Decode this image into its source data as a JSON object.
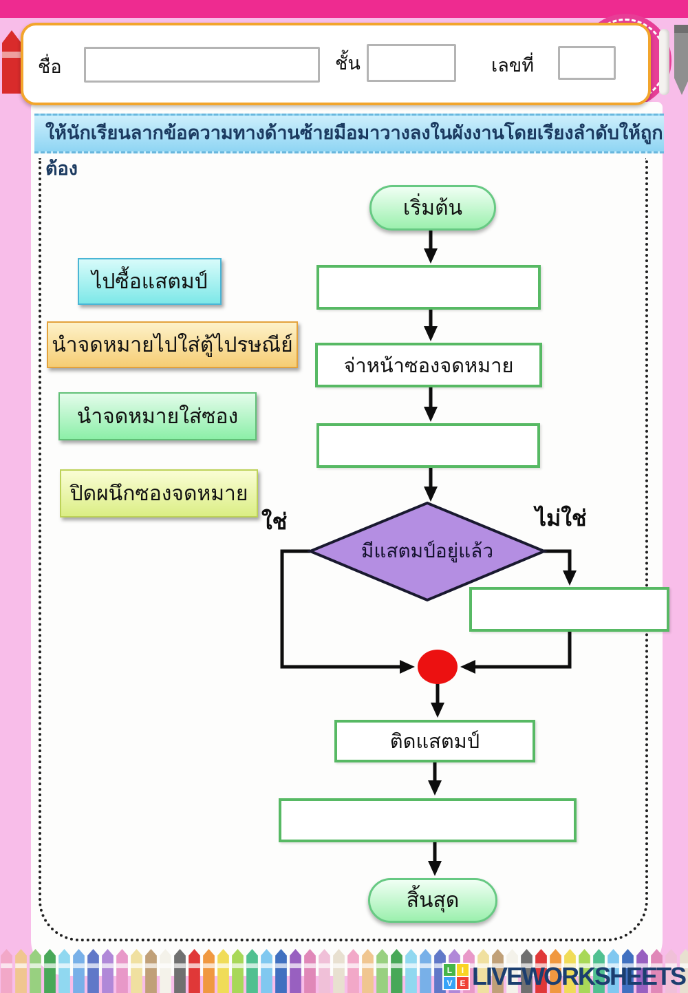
{
  "page": {
    "background": "#f8bde9",
    "topbar_color": "#ee2b90"
  },
  "header": {
    "name_label": "ชื่อ",
    "class_label": "ชั้น",
    "number_label": "เลขที่",
    "name_value": "",
    "class_value": "",
    "number_value": "",
    "box_border_color": "#f2a52c"
  },
  "instruction": {
    "text": "ให้นักเรียนลากข้อความทางด้านซ้ายมือมาวางลงในผังงานโดยเรียงลำดับให้ถูกต้อง",
    "text_color": "#1b3a60"
  },
  "drag_labels": [
    {
      "text": "ไปซื้อแสตมป์",
      "top": "#d8fbfa",
      "bottom": "#7de8e8",
      "border": "#4ab5d5"
    },
    {
      "text": "นำจดหมายไปใส่ตู้ไปรษณีย์",
      "top": "#fdf2c9",
      "bottom": "#f6cd74",
      "border": "#e3a23c"
    },
    {
      "text": "นำจดหมายใส่ซอง",
      "top": "#e4fceb",
      "bottom": "#8cefa8",
      "border": "#61c077"
    },
    {
      "text": "ปิดผนึกซองจดหมาย",
      "top": "#fafdd5",
      "bottom": "#dbee85",
      "border": "#bdd258"
    }
  ],
  "flowchart": {
    "start_label": "เริ่มต้น",
    "address_label": "จ่าหน้าซองจดหมาย",
    "decision_label": "มีแสตมป์อยู่แล้ว",
    "yes_label": "ใช่",
    "no_label": "ไม่ใช่",
    "stamp_label": "ติดแสตมป์",
    "end_label": "สิ้นสุด",
    "node_border_color": "#57b964",
    "terminal_fill": "#9cf0ae",
    "decision_fill": "#b48ee2",
    "decision_border": "#19192f",
    "connector_color": "#0d0d0d",
    "junction_dot_color": "#ec1111"
  },
  "footer": {
    "brand": "LIVEWORKSHEETS",
    "brand_color": "#1b3e6f",
    "icon_letters": [
      "L",
      "I",
      "V",
      "E"
    ],
    "icon_colors": [
      "#45b649",
      "#f9d423",
      "#36a3f7",
      "#ef4136"
    ]
  },
  "decor": {
    "crayon_colors": [
      "#f2a8c8",
      "#f0c690",
      "#98d080",
      "#48a858",
      "#90d8f0",
      "#78b0e8",
      "#6078c8",
      "#b088d8",
      "#e898c8",
      "#f0e0a0",
      "#c0a078",
      "#f4f2ea",
      "#707070",
      "#e03838",
      "#f09840",
      "#f0dc58",
      "#a8d858",
      "#50c090",
      "#80c8f0",
      "#4070c0",
      "#9860c0",
      "#e088b8",
      "#f0c0d8",
      "#e8e0d0"
    ]
  }
}
